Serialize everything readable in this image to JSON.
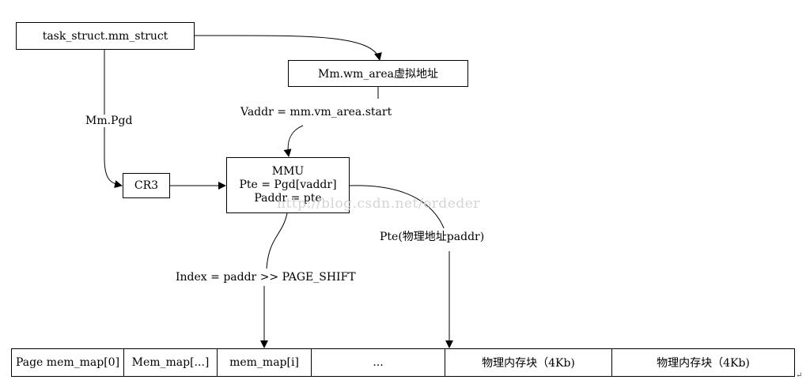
{
  "boxes": {
    "task_struct": "task_struct.mm_struct",
    "vm_area": "Mm.wm_area虚拟地址",
    "cr3": "CR3",
    "mmu": {
      "title": "MMU",
      "line1": "Pte = Pgd[vaddr]",
      "line2": "Paddr = pte"
    }
  },
  "edge_labels": {
    "mm_pgd": "Mm.Pgd",
    "vaddr": "Vaddr = mm.vm_area.start",
    "pte_phys": "Pte(物理地址paddr)",
    "index": "Index = paddr >> PAGE_SHIFT"
  },
  "mem_map_cells": [
    "Page mem_map[0]",
    "Mem_map[...]",
    "mem_map[i]",
    "...",
    "物理内存块（4Kb)",
    "物理内存块（4Kb)"
  ],
  "watermark": "http://blog.csdn.net/ordeder",
  "paragraph_mark": "↵"
}
